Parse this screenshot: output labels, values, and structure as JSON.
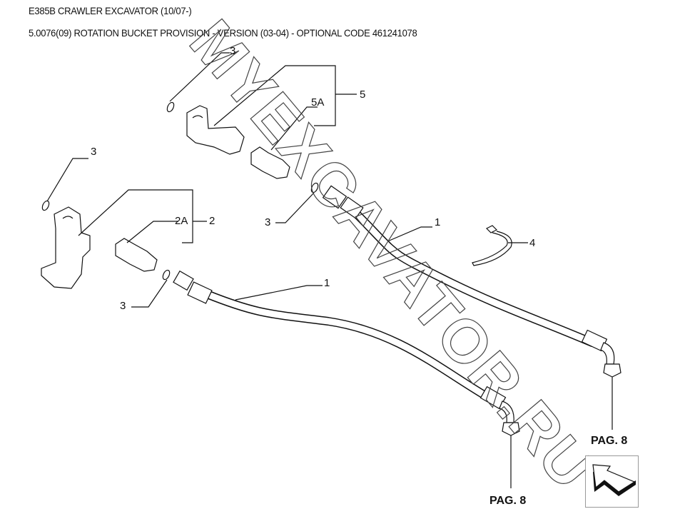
{
  "header": {
    "title": "E385B CRAWLER EXCAVATOR (10/07-)",
    "subtitle": "5.0076(09) ROTATION BUCKET PROVISION - VERSION (03-04) - OPTIONAL CODE 461241078"
  },
  "callouts": {
    "c3_top": "3",
    "c5a": "5A",
    "c5": "5",
    "c3_left": "3",
    "c2a": "2A",
    "c2": "2",
    "c3_mid": "3",
    "c1_upper": "1",
    "c4": "4",
    "c1_lower": "1",
    "c3_bottom": "3"
  },
  "page_refs": {
    "right": "PAG. 8",
    "bottom": "PAG. 8"
  },
  "watermark": "MYEXCAVATOR.RU",
  "nav": {
    "icon": "back-arrow-icon"
  }
}
